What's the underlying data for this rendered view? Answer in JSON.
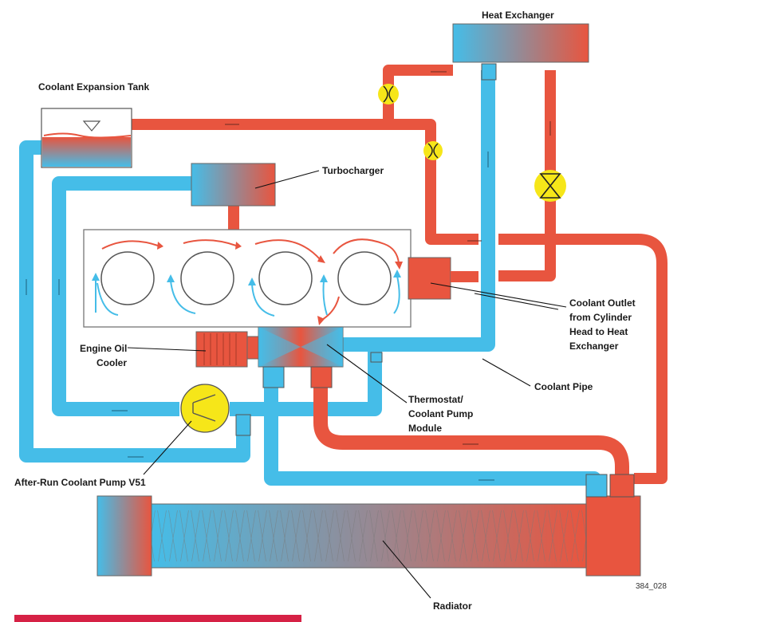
{
  "colors": {
    "hot": "#e8553f",
    "cold": "#45bde8",
    "valve": "#f6e619",
    "outline": "#555555",
    "footer_bar": "#d62145"
  },
  "labels": {
    "heat_exchanger": "Heat Exchanger",
    "expansion_tank": "Coolant Expansion Tank",
    "turbocharger": "Turbocharger",
    "outlet_line1": "Coolant Outlet",
    "outlet_line2": "from Cylinder",
    "outlet_line3": "Head to Heat",
    "outlet_line4": "Exchanger",
    "oil_cooler_line1": "Engine Oil",
    "oil_cooler_line2": "Cooler",
    "coolant_pipe": "Coolant Pipe",
    "thermostat_line1": "Thermostat/",
    "thermostat_line2": "Coolant Pump",
    "thermostat_line3": "Module",
    "after_run_pump": "After-Run Coolant Pump V51",
    "radiator": "Radiator",
    "figure_number": "384_028"
  }
}
